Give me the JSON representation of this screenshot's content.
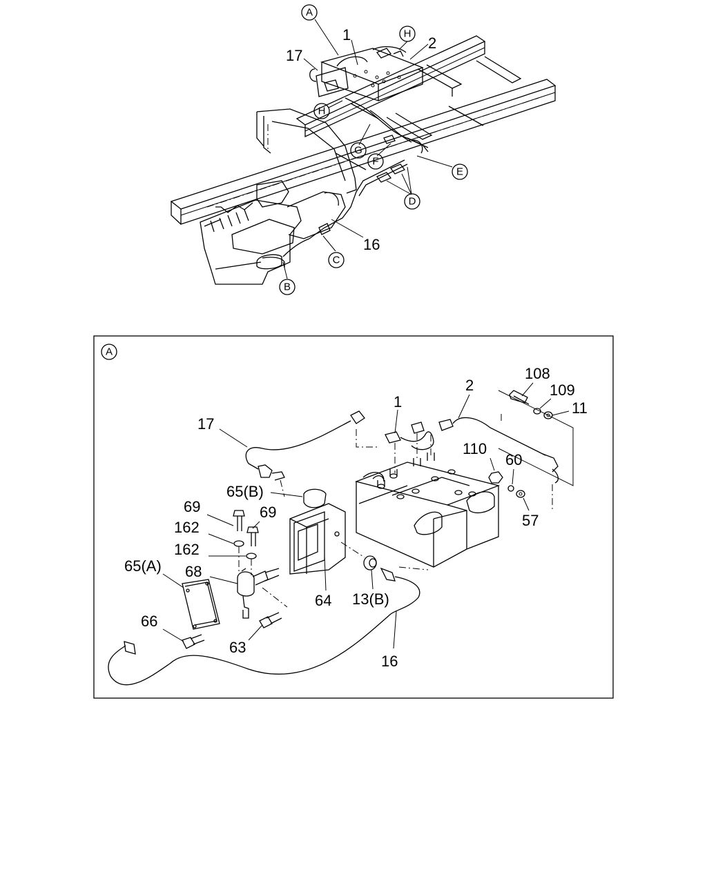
{
  "top_view": {
    "callouts": {
      "A": "A",
      "H1": "H",
      "H2": "H",
      "G": "G",
      "F": "F",
      "E": "E",
      "D": "D",
      "C": "C",
      "B": "B"
    },
    "labels": {
      "n1": "1",
      "n2": "2",
      "n17": "17",
      "n16": "16"
    }
  },
  "detail_A": {
    "frame_callout": "A",
    "labels": {
      "n17": "17",
      "n1": "1",
      "n2": "2",
      "n108": "108",
      "n109": "109",
      "n11": "11",
      "n110": "110",
      "n60": "60",
      "n57": "57",
      "n65b": "65(B)",
      "n69a": "69",
      "n69b": "69",
      "n162a": "162",
      "n162b": "162",
      "n65a": "65(A)",
      "n68": "68",
      "n64": "64",
      "n13b": "13(B)",
      "n66": "66",
      "n63": "63",
      "n16": "16"
    }
  }
}
